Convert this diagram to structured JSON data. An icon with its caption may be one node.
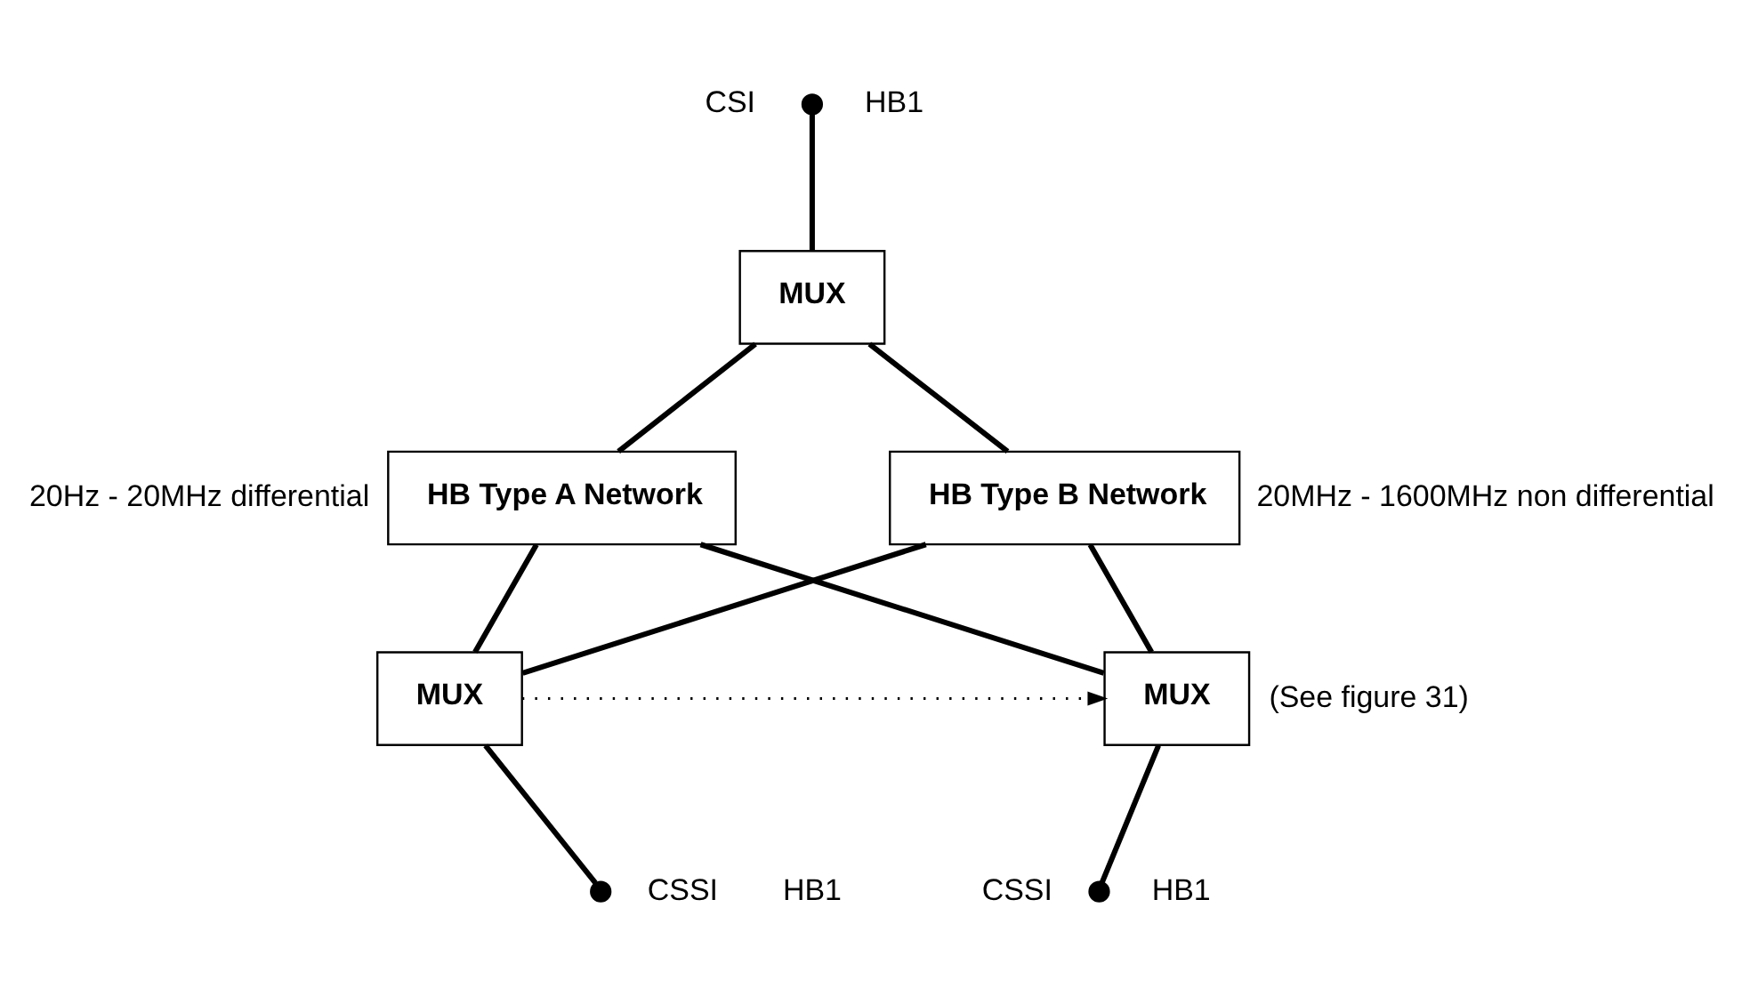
{
  "diagram": {
    "nodes": [
      {
        "text": [
          "MUX"
        ]
      },
      {
        "text": [
          "HB Type A Network"
        ],
        "beside": [
          "20Hz - 20MHz differential"
        ]
      },
      {
        "text": [
          "HB Type B Network"
        ],
        "beside": [
          "20MHz - 1600MHz non differential"
        ]
      },
      {
        "text": [
          "MUX"
        ]
      },
      {
        "text": [
          "MUX"
        ],
        "beside": [
          "(See figure 31)"
        ]
      },
      {
        "text": [],
        "shape": "circle",
        "beside": [
          "CSI",
          "HB1"
        ]
      },
      {
        "text": [],
        "shape": "circle",
        "beside": [
          "CSSI",
          "HB1"
        ]
      },
      {
        "text": [],
        "shape": "circle",
        "beside": [
          "CSSI",
          "HB1"
        ]
      }
    ],
    "edges": [
      {
        "from": 5,
        "to": 0,
        "arrow": "none"
      },
      {
        "from": 0,
        "to": 1,
        "arrow": "none"
      },
      {
        "from": 0,
        "to": 2,
        "arrow": "none"
      },
      {
        "from": 1,
        "to": 3,
        "arrow": "none"
      },
      {
        "from": 1,
        "to": 4,
        "arrow": "none"
      },
      {
        "from": 2,
        "to": 3,
        "arrow": "none"
      },
      {
        "from": 2,
        "to": 4,
        "arrow": "none"
      },
      {
        "from": 3,
        "to": 6,
        "arrow": "none"
      },
      {
        "from": 4,
        "to": 7,
        "arrow": "none"
      },
      {
        "from": 3,
        "to": 4,
        "arrow": "to",
        "style": "dashed"
      }
    ]
  }
}
